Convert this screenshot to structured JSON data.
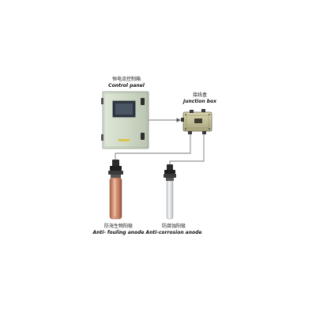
{
  "control_panel": {
    "label_cn": "恒电流控制箱",
    "label_en": "Control panel"
  },
  "junction_box": {
    "label_cn": "接线盒",
    "label_en": "Junction box"
  },
  "anti_fouling_anode": {
    "label_cn": "防海生物阳极",
    "label_en": "Anti- fouling anode"
  },
  "anti_corrosion_anode": {
    "label_cn": "防腐蚀阳极",
    "label_en": "Anti-corrosion anode"
  },
  "colors": {
    "cabinet": "#cfd9c6",
    "screen": "#3a4450",
    "copper": "#c9876a",
    "titanium": "#e6e8ea",
    "cable": "#7a7a7a"
  }
}
